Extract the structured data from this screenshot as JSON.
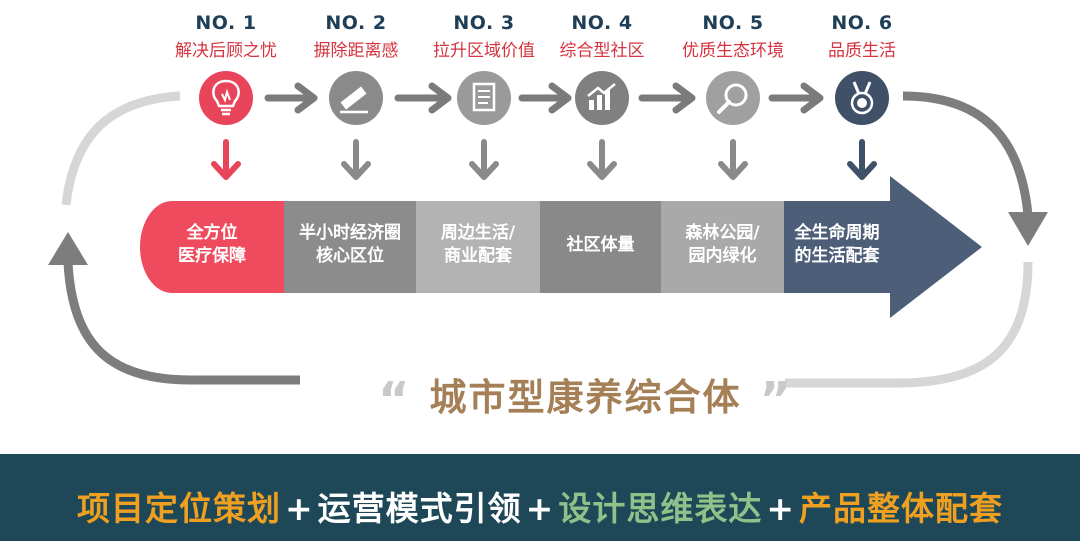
{
  "steps": [
    {
      "no": "NO. 1",
      "title": "解决后顾之忧",
      "icon": "lightbulb-icon",
      "circle_color": "#e8445a"
    },
    {
      "no": "NO. 2",
      "title": "摒除距离感",
      "icon": "pencil-edit-icon",
      "circle_color": "#8a8a8a"
    },
    {
      "no": "NO. 3",
      "title": "拉升区域价值",
      "icon": "document-icon",
      "circle_color": "#9a9a9a"
    },
    {
      "no": "NO. 4",
      "title": "综合型社区",
      "icon": "growth-chart-icon",
      "circle_color": "#808080"
    },
    {
      "no": "NO. 5",
      "title": "优质生态环境",
      "icon": "magnifier-icon",
      "circle_color": "#a0a0a0"
    },
    {
      "no": "NO. 6",
      "title": "品质生活",
      "icon": "medal-icon",
      "circle_color": "#3f5068"
    }
  ],
  "segments": [
    {
      "line1": "全方位",
      "line2": "医疗保障",
      "color": "#ef4b5e"
    },
    {
      "line1": "半小时经济圈",
      "line2": "核心区位",
      "color": "#8c8c8c"
    },
    {
      "line1": "周边生活/",
      "line2": "商业配套",
      "color": "#b3b3b3"
    },
    {
      "line1": "社区体量",
      "line2": "",
      "color": "#898989"
    },
    {
      "line1": "森林公园/",
      "line2": "园内绿化",
      "color": "#a9a9a9"
    },
    {
      "line1": "全生命周期",
      "line2": "的生活配套",
      "color": "#4d5f78"
    }
  ],
  "slogan": {
    "open_quote": "“",
    "text": "城市型康养综合体",
    "close_quote": "”"
  },
  "bottom": {
    "parts": [
      {
        "text": "项目定位策划",
        "color": "#f0a020"
      },
      {
        "text": "运营模式引领",
        "color": "#ffffff"
      },
      {
        "text": "设计思维表达",
        "color": "#8fc18a"
      },
      {
        "text": "产品整体配套",
        "color": "#f0a020"
      }
    ],
    "separator": "+"
  },
  "colors": {
    "title_red": "#d5333f",
    "no_navy": "#1f3f58",
    "slogan_brown": "#a57f55",
    "band": "#1e4857",
    "loop_gray": "#7d7d7d",
    "loop_light": "#d6d6d6"
  }
}
